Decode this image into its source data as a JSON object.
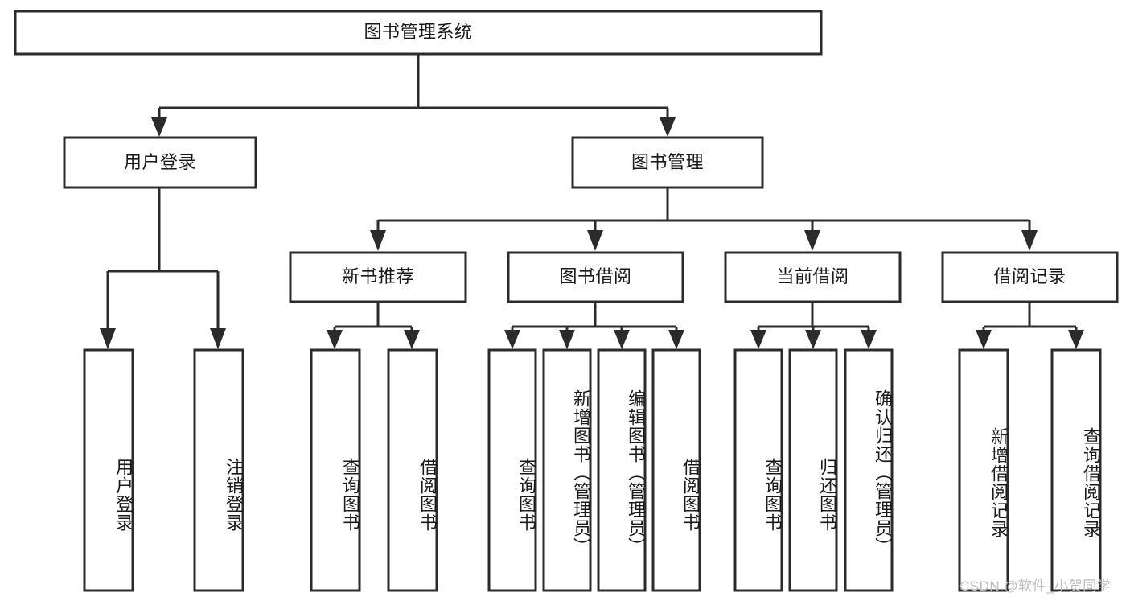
{
  "diagram": {
    "title": "图书管理系统",
    "type": "hierarchy-tree",
    "watermark": "CSDN @软件_小贺同学",
    "colors": {
      "stroke": "#2b2b2b",
      "fill": "#ffffff",
      "text": "#1a1a1a",
      "watermark": "#bcbcbc"
    },
    "root": {
      "label": "图书管理系统"
    },
    "level2": [
      {
        "label": "用户登录"
      },
      {
        "label": "图书管理"
      }
    ],
    "level3": [
      {
        "label": "新书推荐"
      },
      {
        "label": "图书借阅"
      },
      {
        "label": "当前借阅"
      },
      {
        "label": "借阅记录"
      }
    ],
    "leaves": {
      "user_login": [
        {
          "label": "用户登录"
        },
        {
          "label": "注销登录"
        }
      ],
      "new_book_recommend": [
        {
          "label": "查询图书"
        },
        {
          "label": "借阅图书"
        }
      ],
      "book_borrow": [
        {
          "label": "查询图书"
        },
        {
          "label": "新增图书（管理员）"
        },
        {
          "label": "编辑图书（管理员）"
        },
        {
          "label": "借阅图书"
        }
      ],
      "current_borrow": [
        {
          "label": "查询图书"
        },
        {
          "label": "归还图书"
        },
        {
          "label": "确认归还（管理员）"
        }
      ],
      "borrow_records": [
        {
          "label": "新增借阅记录"
        },
        {
          "label": "查询借阅记录"
        }
      ]
    }
  }
}
